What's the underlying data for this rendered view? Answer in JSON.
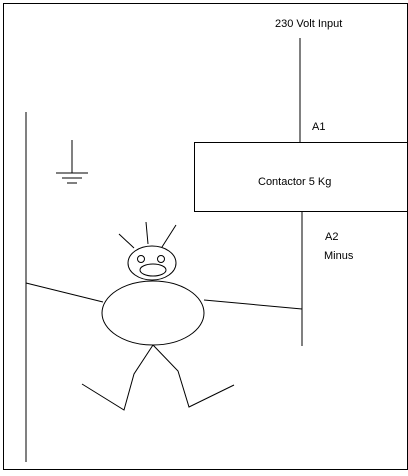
{
  "diagram": {
    "labels": {
      "input": "230 Volt Input",
      "a1": "A1",
      "contactor": "Contactor 5 Kg",
      "a2": "A2",
      "minus": "Minus"
    },
    "colors": {
      "stroke": "#000000",
      "background": "#ffffff"
    }
  }
}
